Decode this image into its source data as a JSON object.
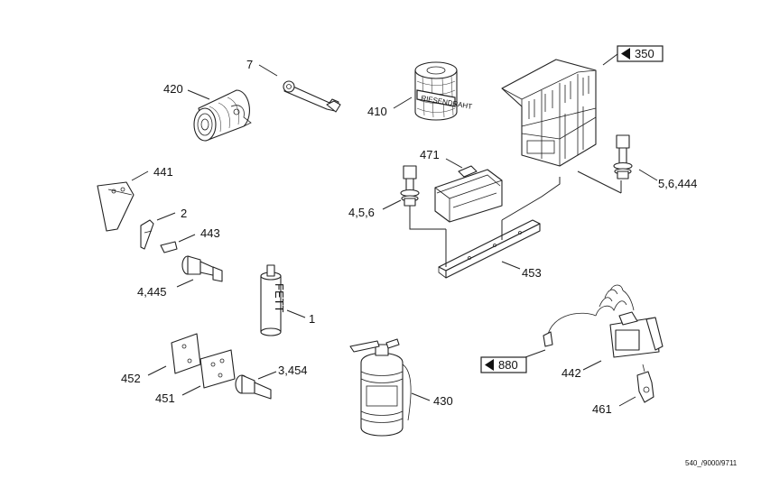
{
  "labels": {
    "p7": "7",
    "p420": "420",
    "p410": "410",
    "p471": "471",
    "p456": "4,5,6",
    "p56444": "5,6,444",
    "p441": "441",
    "p2": "2",
    "p443": "443",
    "p4445": "4,445",
    "p1": "1",
    "p453": "453",
    "p452": "452",
    "p451": "451",
    "p3454": "3,454",
    "p430": "430",
    "p442": "442",
    "p461": "461"
  },
  "references": {
    "ref350": "350",
    "ref880": "880"
  },
  "part_text": {
    "grease_tube": "FETT",
    "hose_reel_band": "RIESENDRAHT"
  },
  "drawing_number": "540_/9000/9711"
}
